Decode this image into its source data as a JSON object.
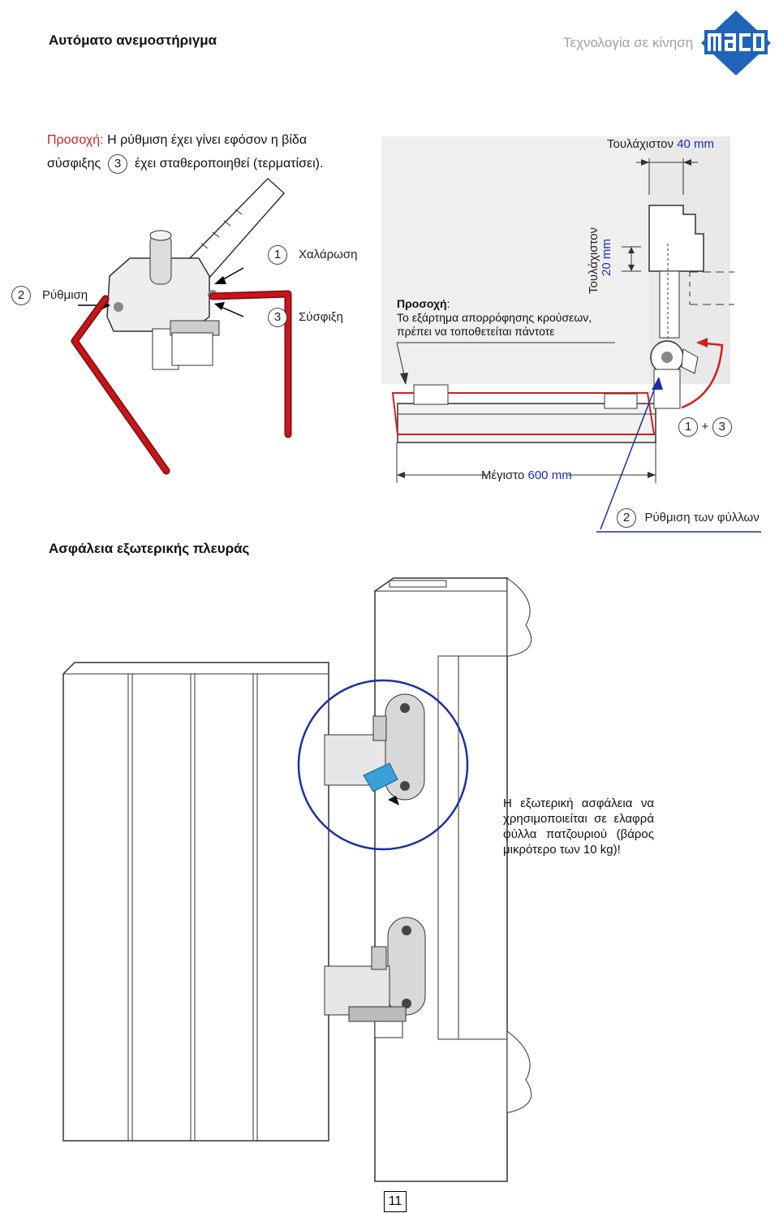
{
  "header": {
    "title": "Αυτόματο ανεμοστήριγμα",
    "tagline": "Τεχνολογία σε κίνηση",
    "logo_text": "maco",
    "brand_color": "#1f64b8"
  },
  "top_note": {
    "lead": "Προσοχή:",
    "line1": "Η ρύθμιση έχει γίνει εφόσον η βίδα",
    "line2_a": "σύσφιξης",
    "line2_num": "3",
    "line2_b": "έχει σταθεροποιηθεί (τερματίσει)."
  },
  "labels": {
    "loosen_num": "1",
    "loosen": "Χαλάρωση",
    "adjust_num": "2",
    "adjust": "Ρύθμιση",
    "tighten_num": "3",
    "tighten": "Σύσφιξη",
    "min40_a": "Τουλάχιστον",
    "min40_b": "40 mm",
    "min20_a": "Τουλάχιστον",
    "min20_b": "20 mm",
    "combo_a": "1",
    "combo_plus": "+",
    "combo_b": "3",
    "max_a": "Μέγιστο",
    "max_b": "600 mm",
    "sash_num": "2",
    "sash_adjust": "Ρύθμιση των φύλλων"
  },
  "caution": {
    "lead": "Προσοχή",
    "colon": ":",
    "line1": "Το εξάρτημα απορρόφησης κρούσεων,",
    "line2": "πρέπει να τοποθετείται πάντοτε"
  },
  "section": {
    "title": "Ασφάλεια εξωτερικής πλευράς",
    "note": "Η εξωτερική ασφάλεια να χρησιμοποιείται σε ελαφρά φύλλα πατζουριού (βάρος μικρότερο των 10 kg)!"
  },
  "page_number": "11",
  "colors": {
    "accent_red": "#d21f1f",
    "value_blue": "#1b2fa8",
    "key_red": "#c8141a",
    "highlight_blue": "#3aa0d8"
  }
}
